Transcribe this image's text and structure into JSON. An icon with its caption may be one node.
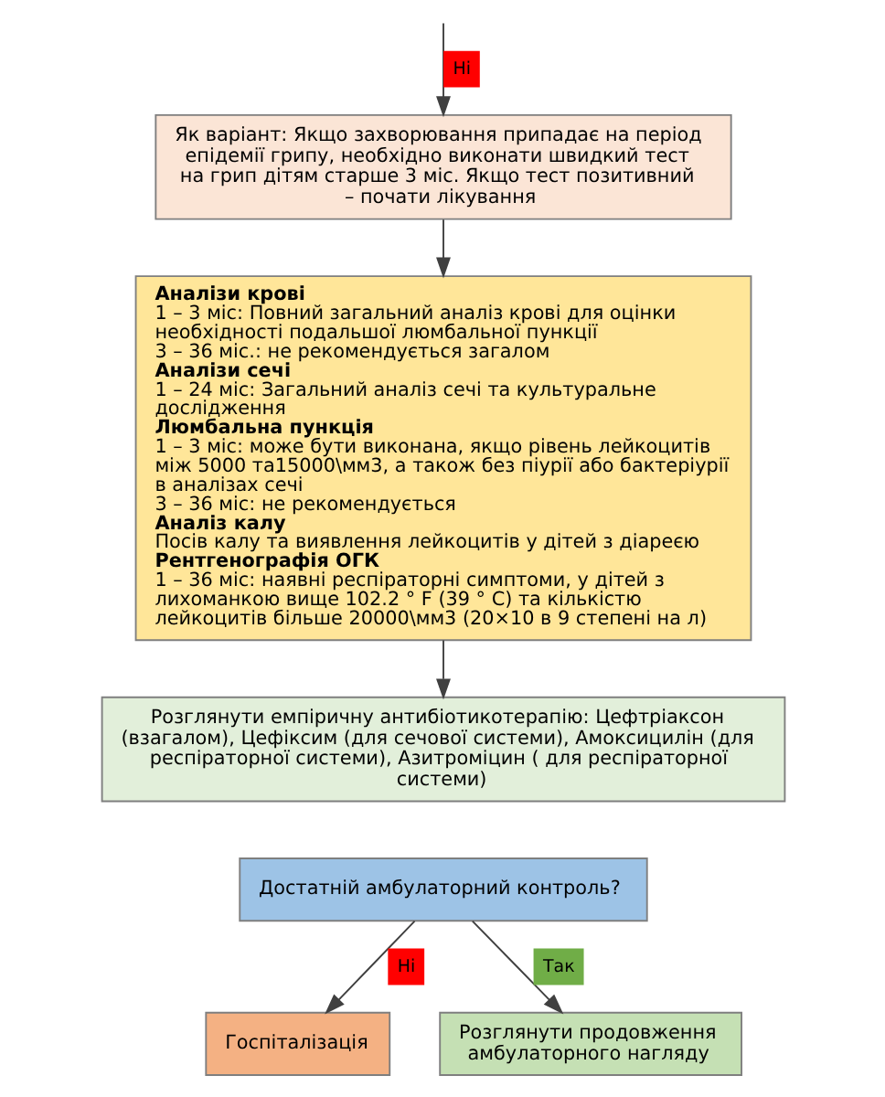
{
  "diagram": {
    "nodes": [
      {
        "text": [
          "Як варіант: Якщо захворювання припадає на період епідемії грипу, необхідно виконати швидкий тест на грип дітям старше 3 міс. Якщо тест позитивний – почати лікування"
        ]
      },
      {
        "text": [
          "Аналізи крові",
          "1 – 3 міс: Повний загальний аналіз крові для оцінки необхідності подальшої люмбальної пункції",
          "3 – 36 міс.: не рекомендується загалом",
          "Аналізи сечі",
          "1 – 24 міс: Загальний аналіз сечі та культуральне дослідження",
          "Люмбальна пункція",
          "1 – 3 міс: може бути виконана, якщо рівень лейкоцитів між 5000 та15000\\мм3, а також без піурії або бактеріурії в аналізах сечі",
          "3 – 36 міс: не рекомендується",
          "Аналіз калу",
          "Посів калу та виявлення лейкоцитів у дітей з діареєю",
          "Рентгенографія ОГК",
          "1 – 36 міс: наявні респіраторні симптоми, у дітей з лихоманкою вище 102.2 ° F (39 ° C) та кількістю лейкоцитів більше 20000\\мм3 (20×10 в 9 степені на л)"
        ]
      },
      {
        "text": [
          "Розглянути емпіричну антибіотикотерапію: Цефтріаксон (взагалом), Цефіксим (для сечової системи), Амоксицилін (для респіраторної системи), Азитроміцин ( для респіраторної системи)"
        ]
      },
      {
        "text": [
          "Достатній амбулаторний контроль?"
        ]
      },
      {
        "text": [
          "Госпіталізація"
        ]
      },
      {
        "text": [
          "Розглянути продовження амбулаторного нагляду"
        ]
      }
    ],
    "edges": [
      {
        "from": null,
        "to": 0,
        "arrow": "to",
        "label": "Ні"
      },
      {
        "from": 0,
        "to": 1,
        "arrow": "to"
      },
      {
        "from": 1,
        "to": 2,
        "arrow": "to"
      },
      {
        "from": 3,
        "to": 4,
        "arrow": "to",
        "label": "Ні"
      },
      {
        "from": 3,
        "to": 5,
        "arrow": "to",
        "label": "Так"
      }
    ]
  }
}
